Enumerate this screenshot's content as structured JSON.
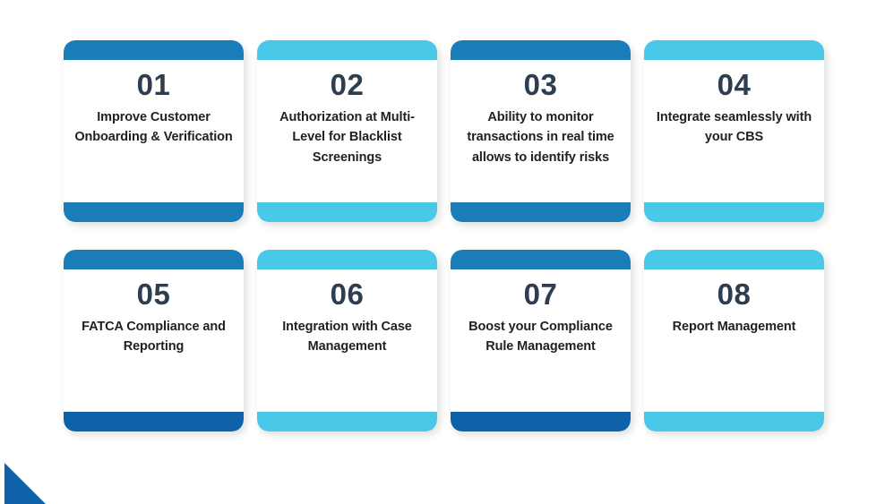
{
  "slide": {
    "background_color": "#ffffff",
    "number_color": "#2d3e50",
    "text_color": "#231f20",
    "accent_blue": "#1a7cb8",
    "accent_cyan": "#4ac8e8",
    "accent_deep_blue": "#0e63a8",
    "corner_decoration": "bottom-left-triangle"
  },
  "cards": [
    {
      "number": "01",
      "text": "Improve Customer Onboarding & Verification",
      "top_bar_color": "#1a7cb8",
      "bottom_bar_color": "#1a7cb8"
    },
    {
      "number": "02",
      "text": "Authorization at Multi-Level for Blacklist Screenings",
      "top_bar_color": "#4ac8e8",
      "bottom_bar_color": "#4ac8e8"
    },
    {
      "number": "03",
      "text": "Ability to monitor transactions in real time allows to identify risks",
      "top_bar_color": "#1a7cb8",
      "bottom_bar_color": "#1a7cb8"
    },
    {
      "number": "04",
      "text": "Integrate seamlessly with your CBS",
      "top_bar_color": "#4ac8e8",
      "bottom_bar_color": "#4ac8e8"
    },
    {
      "number": "05",
      "text": "FATCA Compliance and Reporting",
      "top_bar_color": "#1a7cb8",
      "bottom_bar_color": "#0e63a8"
    },
    {
      "number": "06",
      "text": "Integration with Case Management",
      "top_bar_color": "#4ac8e8",
      "bottom_bar_color": "#4ac8e8"
    },
    {
      "number": "07",
      "text": "Boost your Compliance Rule Management",
      "top_bar_color": "#1a7cb8",
      "bottom_bar_color": "#0e63a8"
    },
    {
      "number": "08",
      "text": "Report Management",
      "top_bar_color": "#4ac8e8",
      "bottom_bar_color": "#4ac8e8"
    }
  ]
}
